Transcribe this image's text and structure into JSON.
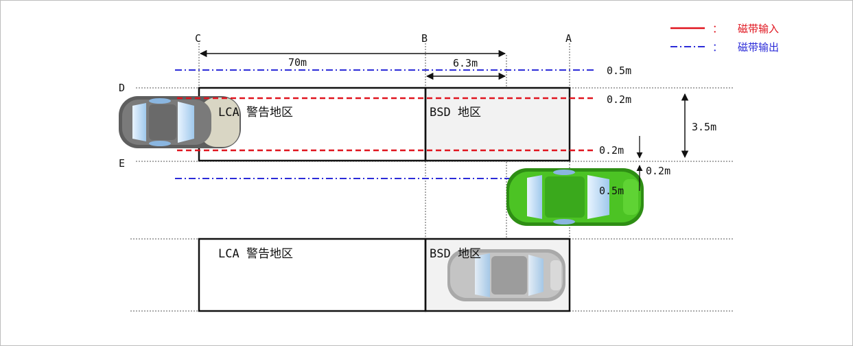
{
  "legend": {
    "input": {
      "symbol": "：",
      "label": "磁带输入",
      "color": "#e0141e"
    },
    "output": {
      "symbol": "：",
      "label": "磁带输出",
      "color": "#2b2bd8"
    }
  },
  "points": {
    "a": "A",
    "b": "B",
    "c": "C",
    "d": "D",
    "e": "E"
  },
  "distances": {
    "c_to_a_span": "70m",
    "b_span": "6.3m",
    "blue_top_offset": "0.5m",
    "red_top_offset": "0.2m",
    "lane_width": "3.5m",
    "red_bottom_offset": "0.2m",
    "gap_e": "0.2m",
    "blue_bottom_offset": "0.5m"
  },
  "zones": {
    "upper_lca": "LCA 警告地区",
    "upper_bsd": "BSD 地区",
    "lower_lca": "LCA 警告地区",
    "lower_bsd": "BSD 地区"
  },
  "vehicles": {
    "left_car_color": "#6f6f6f",
    "green_car_color": "#3fb51f",
    "lower_car_color": "#9a9a9a"
  }
}
